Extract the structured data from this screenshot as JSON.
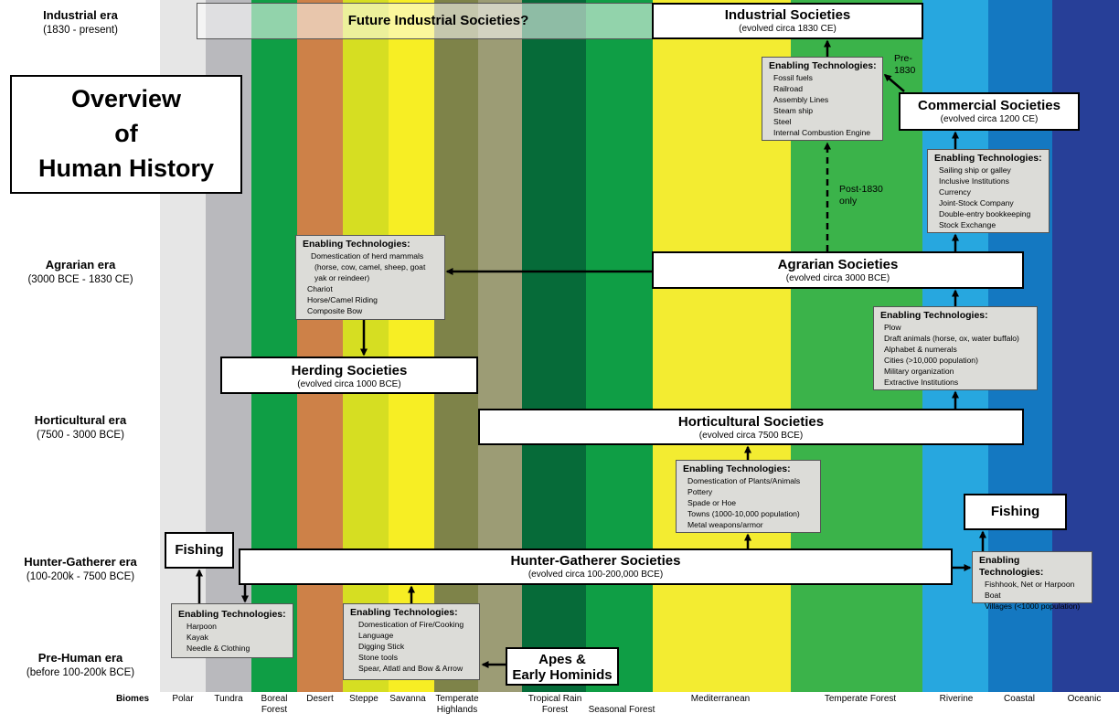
{
  "title": {
    "line1": "Overview",
    "line2": "of",
    "line3": "Human History"
  },
  "eras": [
    {
      "name": "Industrial era",
      "range": "(1830 - present)"
    },
    {
      "name": "Agrarian era",
      "range": "(3000 BCE - 1830 CE)"
    },
    {
      "name": "Horticultural era",
      "range": "(7500 - 3000 BCE)"
    },
    {
      "name": "Hunter-Gatherer era",
      "range": "(100-200k - 7500 BCE)"
    },
    {
      "name": "Pre-Human era",
      "range": "(before 100-200k BCE)"
    }
  ],
  "biomes_label": "Biomes",
  "biomes": [
    {
      "name": "Polar",
      "color": "#e6e6e6"
    },
    {
      "name": "Tundra",
      "color": "#b9b9bd"
    },
    {
      "name": "Boreal Forest",
      "color": "#0f9e45"
    },
    {
      "name": "Desert",
      "color": "#cd8148"
    },
    {
      "name": "Steppe",
      "color": "#d6de22"
    },
    {
      "name": "Savanna",
      "color": "#f7ee24"
    },
    {
      "name": "Temperate Highlands",
      "color": "#7e8349"
    },
    {
      "name": "Tropical Rain Forest",
      "color": "#9c9c75"
    },
    {
      "name": "Seasonal Forest",
      "color": "#0f9e45"
    },
    {
      "name": "Mediterranean",
      "color": "#f3ec31"
    },
    {
      "name": "Temperate Forest",
      "color": "#3bb34a"
    },
    {
      "name": "Riverine",
      "color": "#27a7df"
    },
    {
      "name": "Coastal",
      "color": "#1478c1"
    },
    {
      "name": "Oceanic",
      "color": "#273f98"
    }
  ],
  "societies": {
    "future": "Future Industrial Societies?",
    "industrial": {
      "name": "Industrial Societies",
      "sub": "(evolved circa 1830 CE)"
    },
    "commercial": {
      "name": "Commercial Societies",
      "sub": "(evolved circa 1200 CE)"
    },
    "agrarian": {
      "name": "Agrarian Societies",
      "sub": "(evolved circa 3000 BCE)"
    },
    "herding": {
      "name": "Herding Societies",
      "sub": "(evolved circa 1000 BCE)"
    },
    "horticultural": {
      "name": "Horticultural Societies",
      "sub": "(evolved circa 7500 BCE)"
    },
    "hunter": {
      "name": "Hunter-Gatherer Societies",
      "sub": "(evolved circa 100-200,000 BCE)"
    },
    "fishing_left": "Fishing",
    "fishing_right": "Fishing",
    "apes": {
      "line1": "Apes &",
      "line2": "Early Hominids"
    }
  },
  "tech_heading": "Enabling Technologies:",
  "tech": {
    "industrial": [
      "Fossil fuels",
      "Railroad",
      "Assembly Lines",
      "Steam ship",
      "Steel",
      "Internal Combustion Engine"
    ],
    "commercial": [
      "Sailing ship or galley",
      "Inclusive Institutions",
      "Currency",
      "Joint-Stock Company",
      "Double-entry bookkeeping",
      "Stock Exchange"
    ],
    "herding": [
      "Domestication of herd mammals",
      "(horse, cow, camel, sheep, goat",
      "yak or reindeer)",
      "Chariot",
      "Horse/Camel Riding",
      "Composite Bow"
    ],
    "agrarian": [
      "Plow",
      "Draft animals (horse, ox, water buffalo)",
      "Alphabet & numerals",
      "Cities (>10,000 population)",
      "Military organization",
      "Extractive Institutions"
    ],
    "horticultural": [
      "Domestication of Plants/Animals",
      "Pottery",
      "Spade or Hoe",
      "Towns (1000-10,000 population)",
      "Metal weapons/armor"
    ],
    "fishing_left": [
      "Harpoon",
      "Kayak",
      "Needle & Clothing"
    ],
    "hunter": [
      "Domestication of Fire/Cooking",
      "Language",
      "Digging Stick",
      "Stone tools",
      "Spear, Atlatl and Bow & Arrow"
    ],
    "fishing_right": [
      "Fishhook, Net or Harpoon",
      "Boat",
      "Villages (<1000 population)"
    ]
  },
  "notes": {
    "pre1830_a": "Pre-",
    "pre1830_b": "1830",
    "post1830_a": "Post-1830",
    "post1830_b": "only"
  }
}
